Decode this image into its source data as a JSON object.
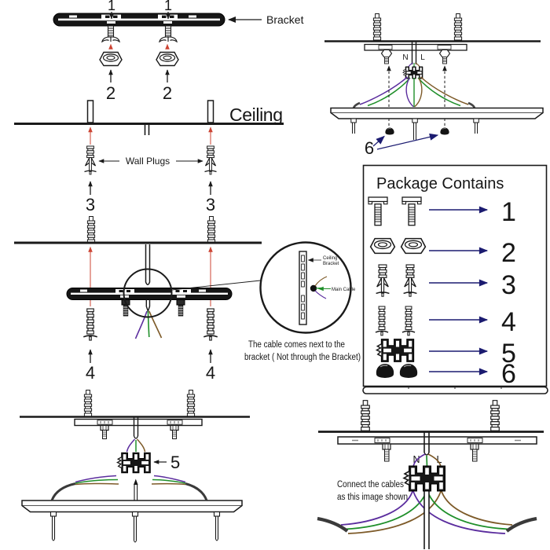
{
  "labels": {
    "bracket": "Bracket",
    "ceiling": "Ceiling",
    "wall_plugs": "Wall Plugs",
    "n": "N",
    "l": "L"
  },
  "steps": {
    "s1": "1",
    "s2": "2",
    "s3": "3",
    "s4": "4",
    "s5": "5",
    "s6": "6"
  },
  "detail_callout": {
    "ceiling_bracket_line1": "Ceiling",
    "ceiling_bracket_line2": "Bracket",
    "main_cable": "Main Cable",
    "note_line1": "The cable comes next to the",
    "note_line2": "bracket ( Not through the Bracket)"
  },
  "connect_note": {
    "line1": "Connect the cables",
    "line2": "as this image shown"
  },
  "package": {
    "title": "Package Contains",
    "items": [
      {
        "num": "1",
        "name": "mounting bolt",
        "qty": 2
      },
      {
        "num": "2",
        "name": "hex nut",
        "qty": 2
      },
      {
        "num": "3",
        "name": "toggle wall plug",
        "qty": 2
      },
      {
        "num": "4",
        "name": "wall plug",
        "qty": 2
      },
      {
        "num": "5",
        "name": "terminal block",
        "qty": 1
      },
      {
        "num": "6",
        "name": "cap nut",
        "qty": 2
      }
    ]
  },
  "colors": {
    "wire_blue": "#5b2d9e",
    "wire_green": "#1f8f2a",
    "wire_brown": "#7d5a28",
    "guide_red": "#cc4433",
    "arrow_navy": "#1b1b70",
    "line": "#1a1a1a"
  }
}
